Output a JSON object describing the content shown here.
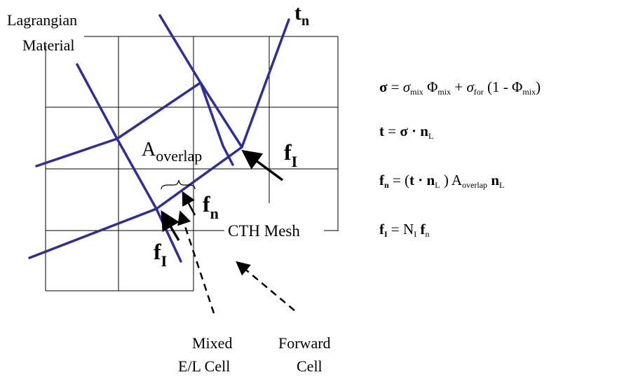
{
  "labels": {
    "lagrangian_line1": "Lagrangian",
    "lagrangian_line2": "Material",
    "tn_base": "t",
    "tn_sub": "n",
    "a_overlap_base": "A",
    "a_overlap_sub": "overlap",
    "f_base": "f",
    "fi_sub": "I",
    "fn_sub": "n",
    "cth_mesh": "CTH Mesh",
    "mixed_line1": "Mixed",
    "mixed_line2": "E/L Cell",
    "forward_line1": "Forward",
    "forward_line2": "Cell"
  },
  "equations": {
    "sigma": {
      "lhs": "σ",
      "eq": " = ",
      "s1": "σ",
      "s1_sub": "mix",
      "phi1": "Φ",
      "phi1_sub": "mix",
      "plus": " + ",
      "s2": "σ",
      "s2_sub": "for",
      "tail_open": " (1 - Φ",
      "tail_sub": "mix",
      "tail_close": ")"
    },
    "traction": {
      "lhs": "t",
      "eq": " = ",
      "sigma": "σ",
      "dot": " · ",
      "n": "n",
      "n_sub": "L"
    },
    "fn": {
      "lhs": "f",
      "lhs_sub": "n",
      "eq": " = (",
      "t": "t",
      "dot": " · ",
      "n": "n",
      "n_sub": "L",
      "close": " ) A",
      "a_sub": "overlap",
      "space": " ",
      "n2": "n",
      "n2_sub": "L"
    },
    "fi": {
      "lhs": "f",
      "lhs_sub": "I",
      "eq": " = N",
      "N_sub": "I",
      "space": " ",
      "f": "f",
      "f_sub": "n"
    }
  }
}
